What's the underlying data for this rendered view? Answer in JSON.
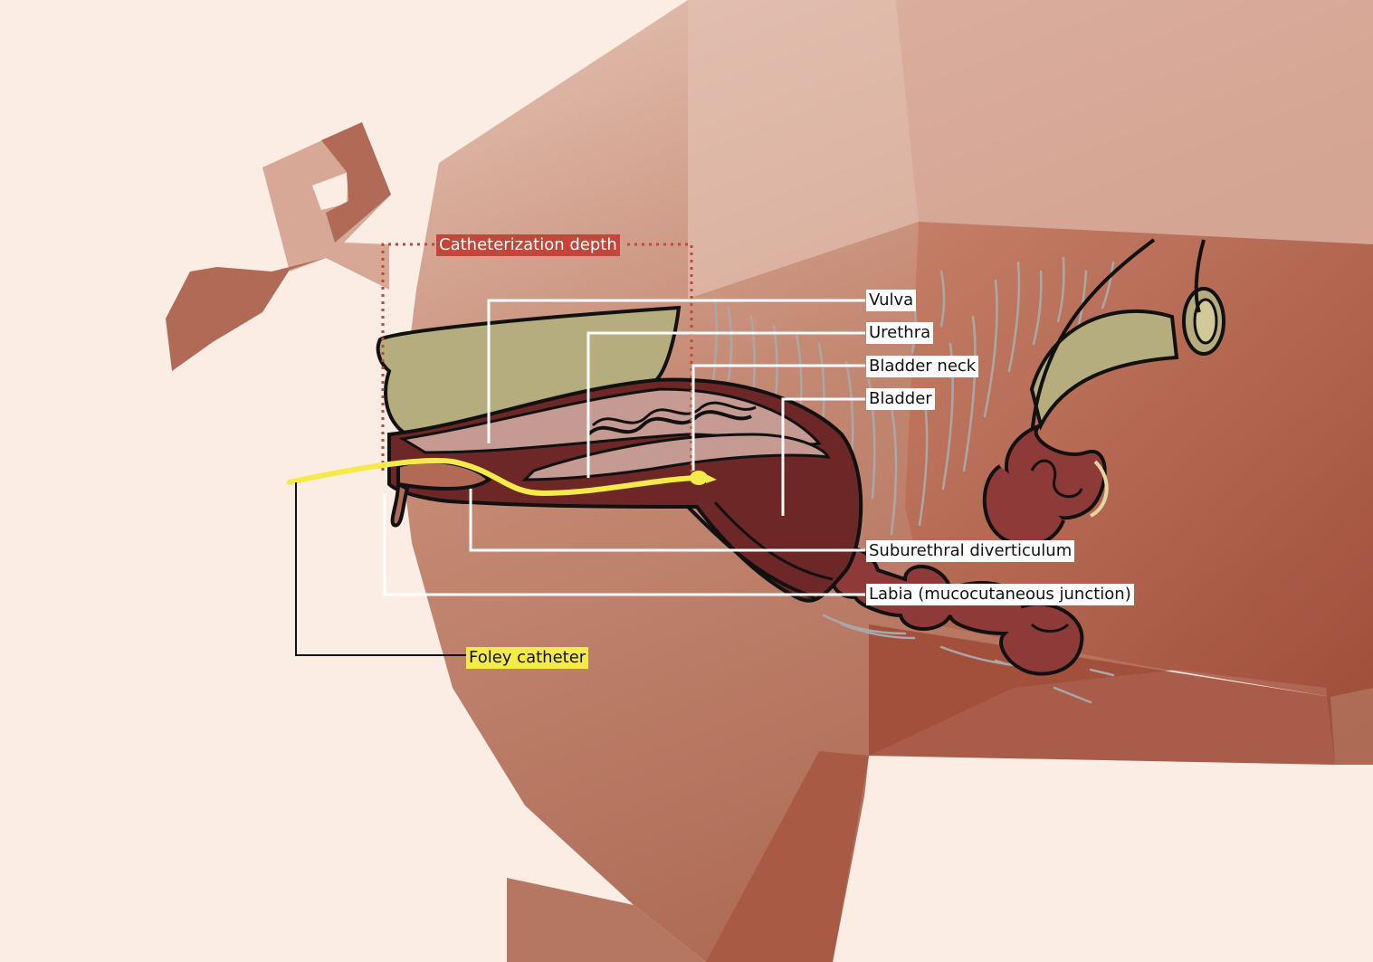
{
  "diagram": {
    "labels": {
      "vulva": "Vulva",
      "urethra": "Urethra",
      "bladder_neck": "Bladder neck",
      "bladder": "Bladder",
      "suburethral_diverticulum": "Suburethral diverticulum",
      "labia": "Labia (mucocutaneous junction)",
      "foley_catheter": "Foley catheter",
      "catheterization_depth": "Catheterization depth"
    },
    "colors": {
      "background": "#fbede3",
      "skin_light": "#dcb5a3",
      "skin_dark": "#b06a55",
      "rectum": "#b5ad7e",
      "bladder_wall": "#6d2727",
      "mucosa": "#c59a92",
      "catheter": "#f4ea4a",
      "depth_marker": "#c6453b",
      "leader_lines": "#ffffff"
    }
  }
}
